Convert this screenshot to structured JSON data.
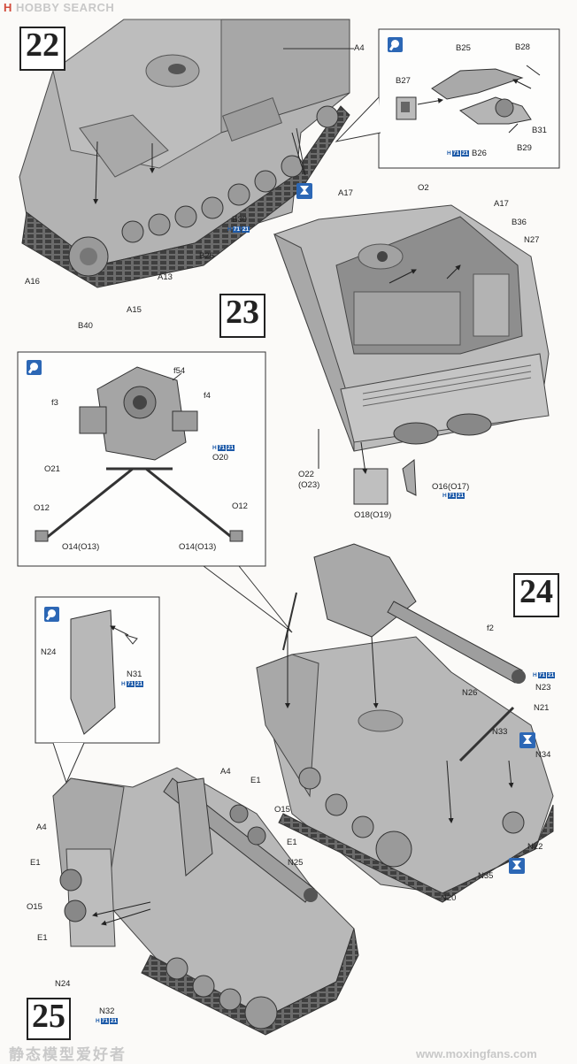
{
  "header": {
    "logo_h": "H",
    "logo_text": "HOBBY SEARCH"
  },
  "steps": {
    "s22": "22",
    "s23": "23",
    "s24": "24",
    "s25": "25"
  },
  "ref_text": "H",
  "ref_box1": "71",
  "ref_box2": "21",
  "labels": {
    "s22": {
      "A4": "A4",
      "A16": "A16",
      "B40": "B40",
      "A15": "A15",
      "A13": "A13",
      "B26": "B26",
      "B30": "B30"
    },
    "s22_inset": {
      "B25": "B25",
      "B28": "B28",
      "B27": "B27",
      "B31": "B31",
      "B26": "B26",
      "B29": "B29"
    },
    "s23": {
      "A17a": "A17",
      "O2": "O2",
      "A17b": "A17",
      "B36": "B36",
      "N27": "N27",
      "O22": "O22",
      "O23": "(O23)",
      "O16": "O16(O17)",
      "O18": "O18(O19)"
    },
    "s23_inset": {
      "f54": "f54",
      "f3": "f3",
      "f4": "f4",
      "O21": "O21",
      "O20": "O20",
      "O12a": "O12",
      "O12b": "O12",
      "O14a": "O14(O13)",
      "O14b": "O14(O13)"
    },
    "s24": {
      "f2": "f2",
      "N23": "N23",
      "N26": "N26",
      "N21": "N21",
      "N33": "N33",
      "N34": "N34",
      "N22": "N22",
      "N35": "N35",
      "N20": "N20"
    },
    "s25_inset": {
      "N24": "N24",
      "N31": "N31"
    },
    "s25": {
      "A4a": "A4",
      "E1a": "E1",
      "O15a": "O15",
      "E1b": "E1",
      "N25": "N25",
      "A4b": "A4",
      "E1c": "E1",
      "O15b": "O15",
      "E1d": "E1",
      "N24": "N24",
      "N32": "N32"
    }
  },
  "footer": {
    "watermark_cn": "静态模型爱好者",
    "watermark_url": "www.moxingfans.com"
  }
}
